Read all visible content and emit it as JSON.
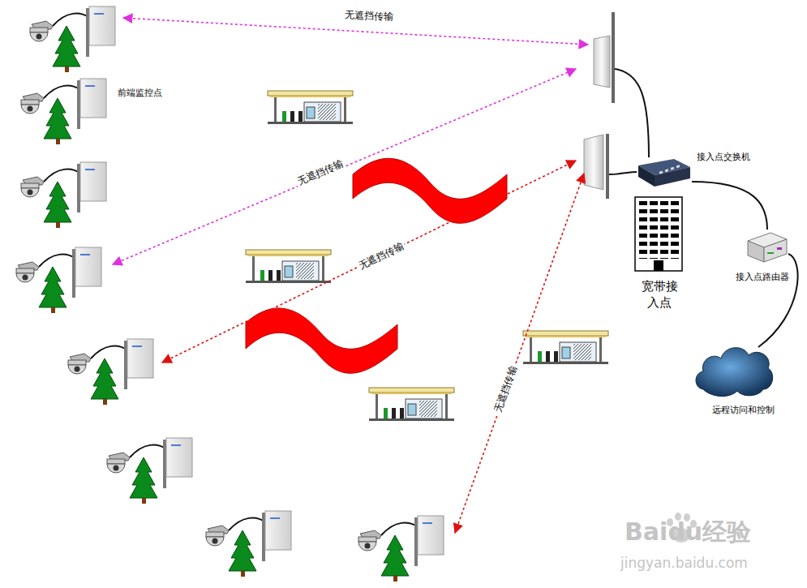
{
  "diagram": {
    "nodes": [
      {
        "text": [
          "前端监控点"
        ]
      },
      {
        "text": [
          "接入点交换机"
        ]
      },
      {
        "text": [
          "宽带接入点"
        ]
      },
      {
        "text": [
          "接入点路由器"
        ]
      },
      {
        "text": [
          "远程访问和控制"
        ]
      }
    ],
    "edges": [
      {
        "from": 1,
        "to": 3,
        "arrow": "none"
      },
      {
        "from": 3,
        "to": 4,
        "arrow": "none"
      }
    ],
    "labels": [
      "无遮挡传输",
      "无遮挡传输",
      "无遮挡传输",
      "无遮挡传输",
      "Baidu经验",
      "jingyan.baidu.com"
    ]
  }
}
